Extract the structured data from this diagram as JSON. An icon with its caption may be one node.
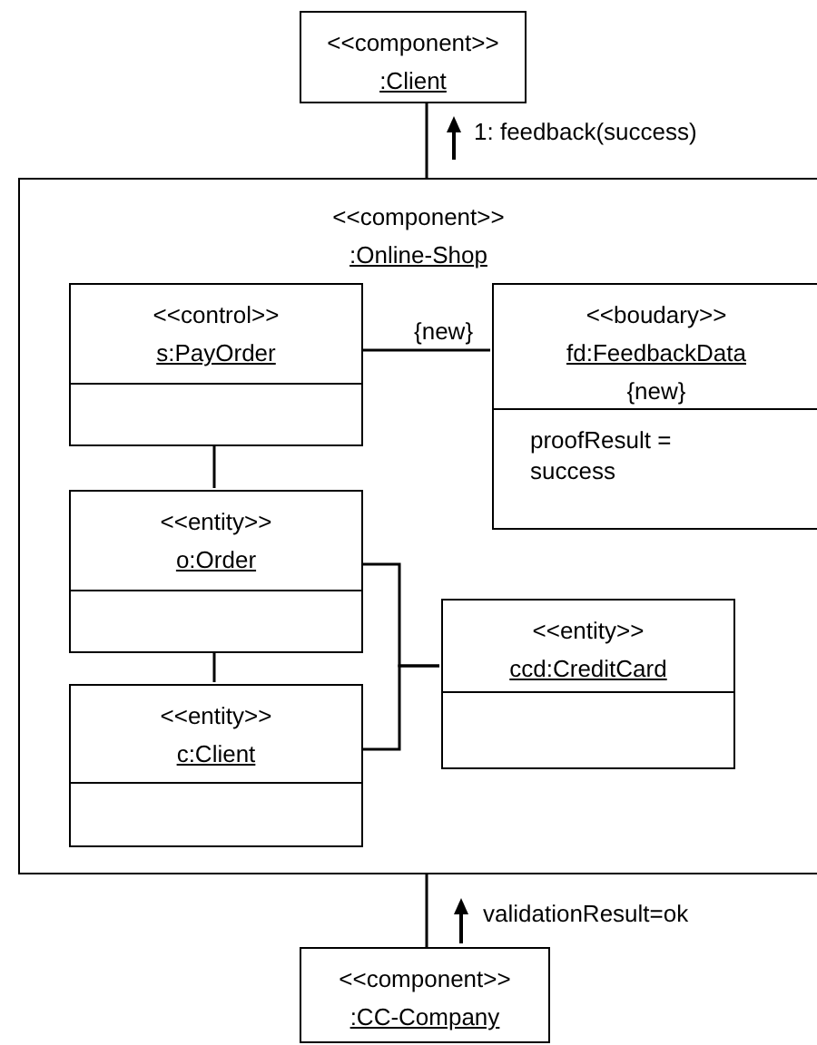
{
  "diagram": {
    "nodes": [
      {
        "text": [
          "<<component>>",
          ":Client"
        ]
      },
      {
        "text": [
          "<<component>>",
          ":Online-Shop"
        ]
      },
      {
        "text": [
          "<<control>>",
          "s:PayOrder"
        ],
        "in": 1
      },
      {
        "text": [
          "<<boudary>>",
          "fd:FeedbackData",
          "{new}",
          "proofResult = success"
        ],
        "in": 1
      },
      {
        "text": [
          "<<entity>>",
          "o:Order"
        ],
        "in": 1
      },
      {
        "text": [
          "<<entity>>",
          "ccd:CreditCard"
        ],
        "in": 1
      },
      {
        "text": [
          "<<entity>>",
          "c:Client"
        ],
        "in": 1
      },
      {
        "text": [
          "<<component>>",
          ":CC-Company"
        ]
      }
    ],
    "edges": [
      {
        "from": 0,
        "to": 1,
        "arrow": "none",
        "label": "1: feedback(success)"
      },
      {
        "from": 2,
        "to": 3,
        "arrow": "none",
        "label": "{new}"
      },
      {
        "from": 2,
        "to": 4,
        "arrow": "none"
      },
      {
        "from": 4,
        "to": 6,
        "arrow": "none"
      },
      {
        "from": 4,
        "to": 5,
        "arrow": "none"
      },
      {
        "from": 6,
        "to": 5,
        "arrow": "none"
      },
      {
        "from": 1,
        "to": 7,
        "arrow": "none",
        "label": "validationResult=ok"
      }
    ]
  }
}
